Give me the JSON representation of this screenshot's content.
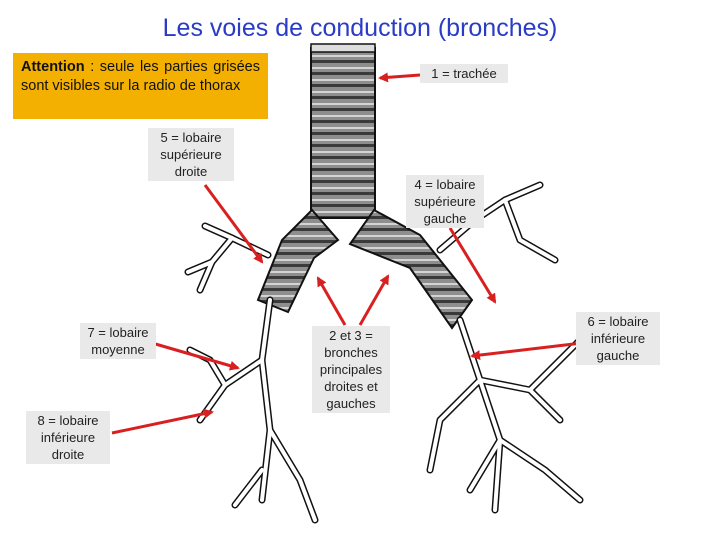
{
  "title": {
    "main": "Les voies de conduction",
    "sub": "(bronches)"
  },
  "note": {
    "lead": "Attention",
    "text": " : seule les parties grisées sont visibles sur la radio de thorax"
  },
  "labels": {
    "trachea": "1 = trachée",
    "right_upper": [
      "5 = lobaire",
      "supérieure",
      "droite"
    ],
    "left_upper": [
      "4 = lobaire",
      "supérieure",
      "gauche"
    ],
    "right_middle": [
      "7 = lobaire",
      "moyenne"
    ],
    "main_bronchi": [
      "2 et 3 =",
      "bronches",
      "principales",
      "droites et",
      "gauches"
    ],
    "left_lower": [
      "6 = lobaire",
      "inférieure",
      "gauche"
    ],
    "right_lower": [
      "8 = lobaire",
      "inférieure",
      "droite"
    ]
  },
  "colors": {
    "title": "#2a3cc6",
    "note_bg": "#f3b000",
    "arrow": "#d92020",
    "label_bg": "#e9e9e9"
  }
}
